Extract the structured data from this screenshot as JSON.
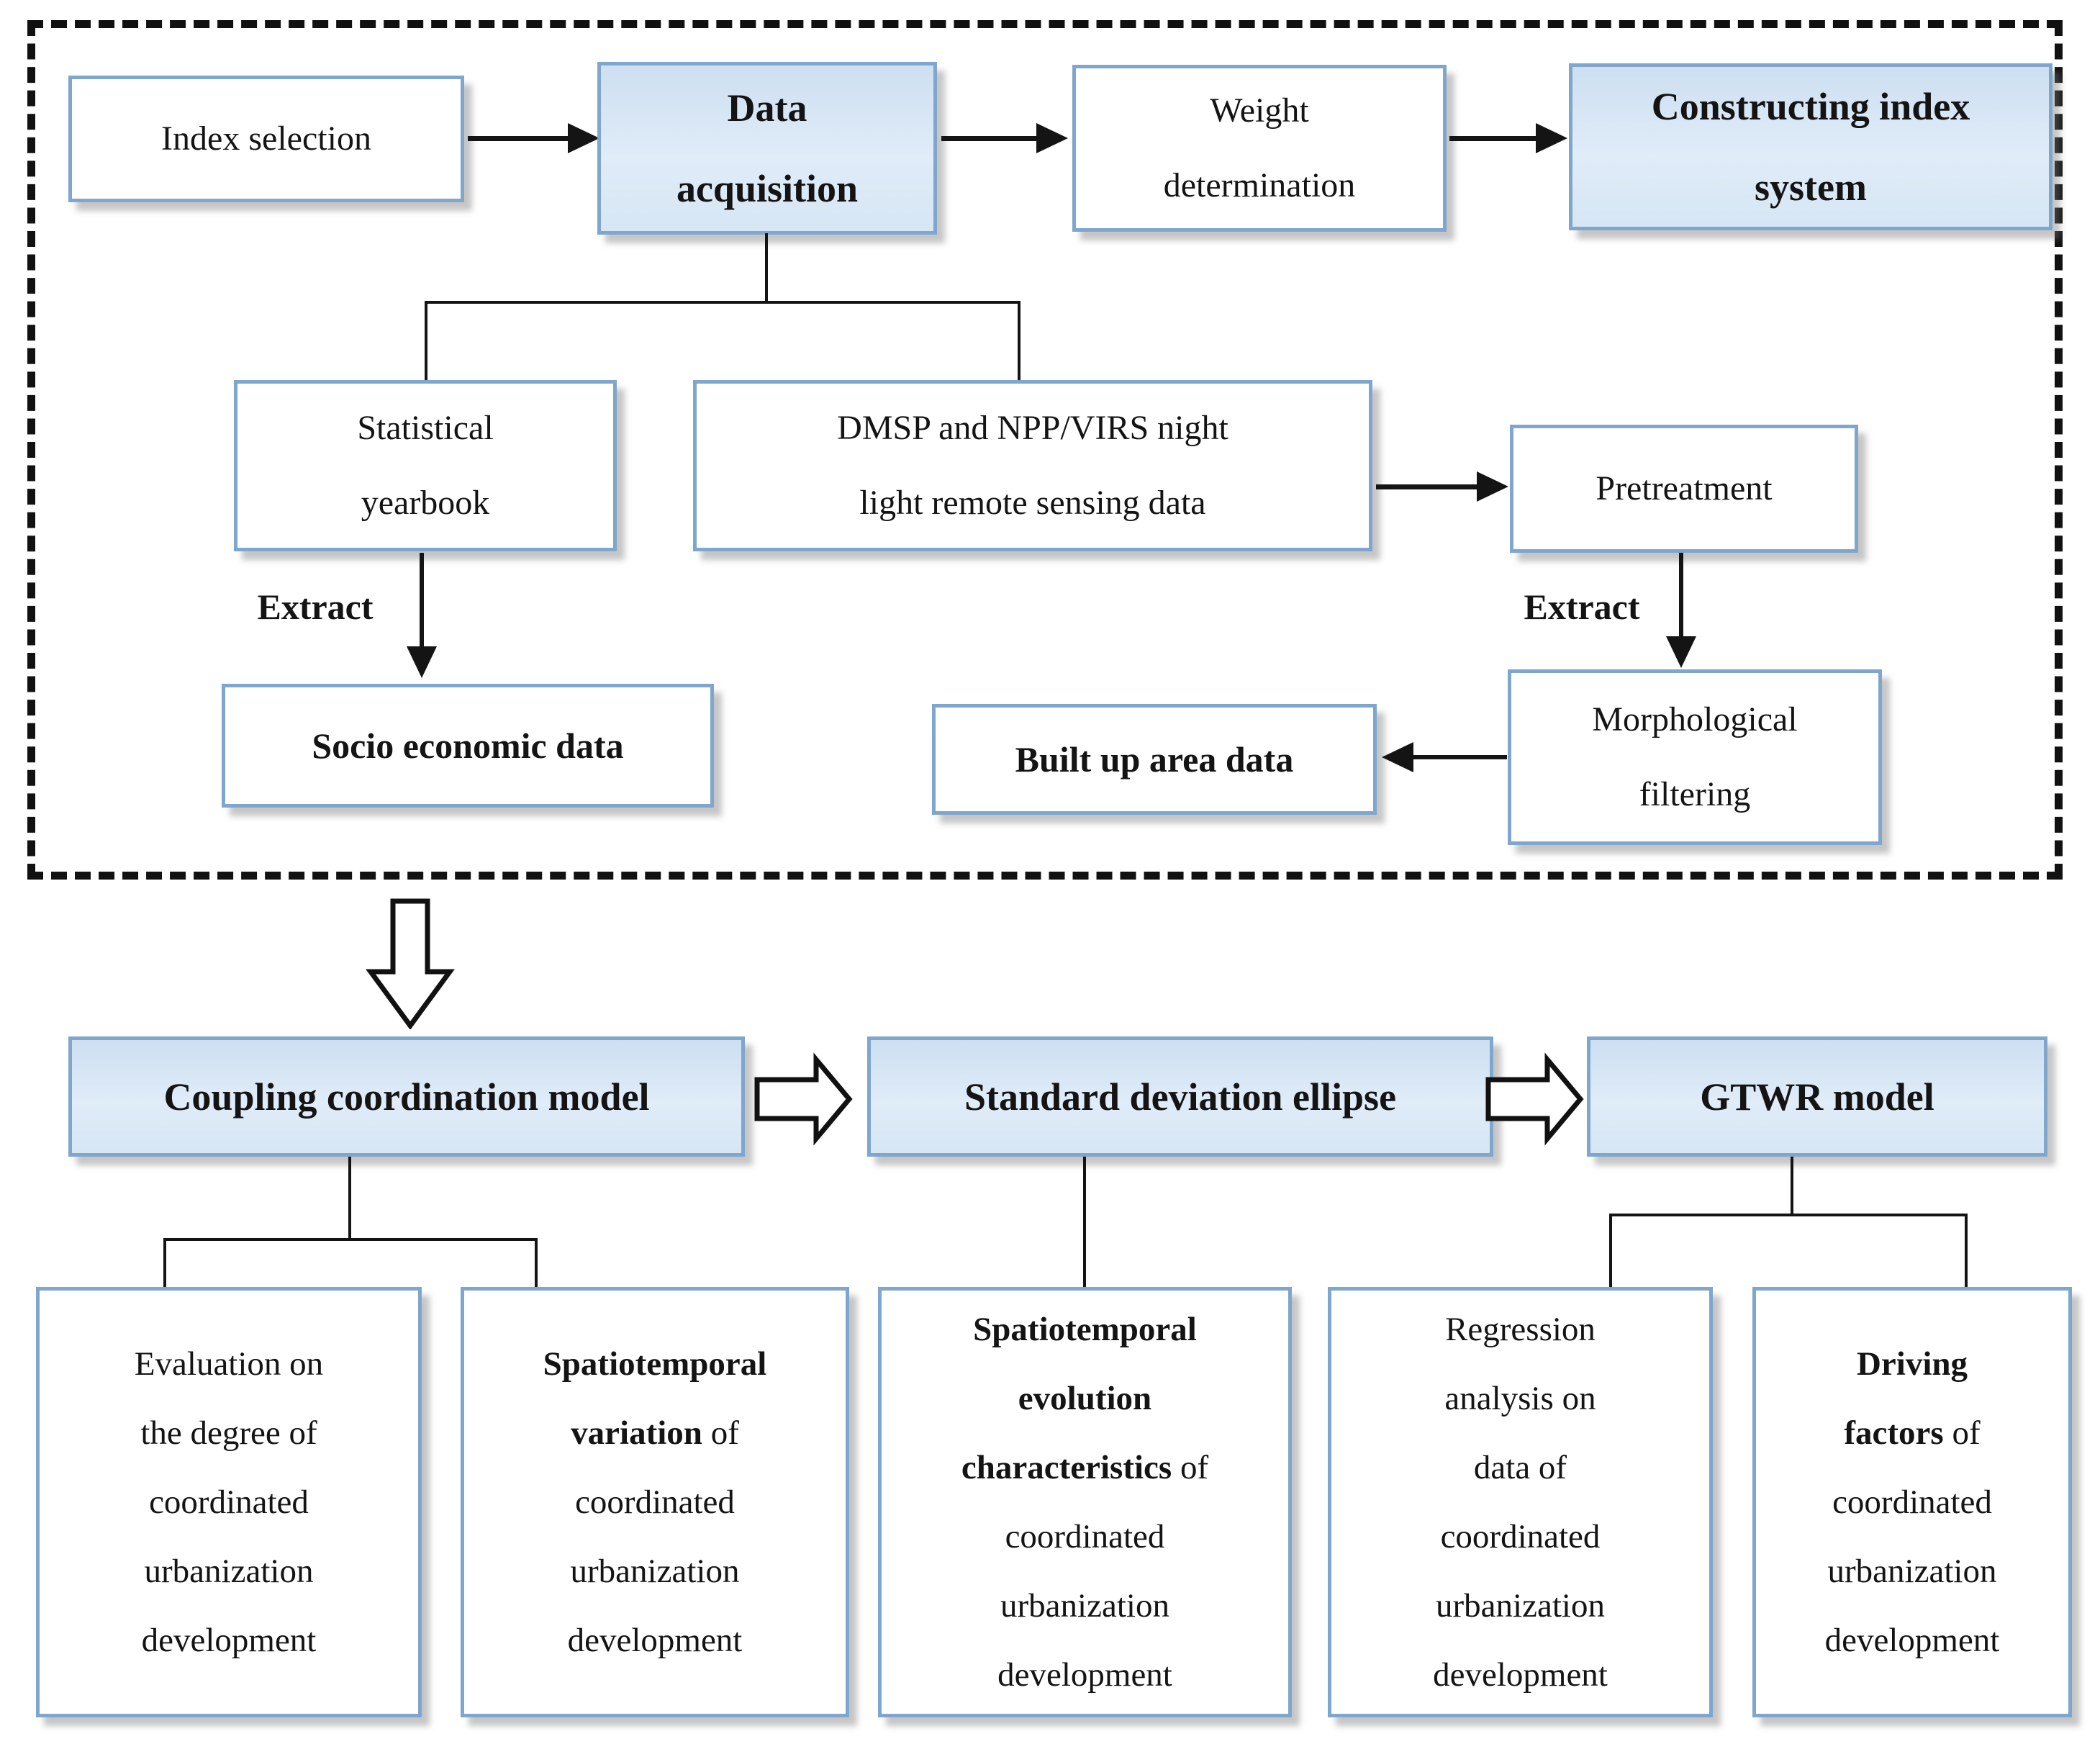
{
  "figure": {
    "type": "flowchart",
    "description": "Research workflow for coordinated urbanization development analysis"
  },
  "colors": {
    "box_border": "#7fa6cc",
    "blue_box_fill": "#d9e8f6",
    "white_box_fill": "#ffffff",
    "line_color": "#141414",
    "dashed_frame_color": "#111111",
    "shadow_color": "#787878"
  },
  "labels": {
    "extract_left": "Extract",
    "extract_right": "Extract"
  },
  "boxes": {
    "index_selection": {
      "lines": [
        [
          {
            "text": "Index selection",
            "bold": false
          }
        ]
      ]
    },
    "data_acquisition": {
      "lines": [
        [
          {
            "text": "Data",
            "bold": true
          }
        ],
        [
          {
            "text": "acquisition",
            "bold": true
          }
        ]
      ]
    },
    "weight_determination": {
      "lines": [
        [
          {
            "text": "Weight",
            "bold": false
          }
        ],
        [
          {
            "text": "determination",
            "bold": false
          }
        ]
      ]
    },
    "constructing_index_system": {
      "lines": [
        [
          {
            "text": "Constructing index",
            "bold": true
          }
        ],
        [
          {
            "text": "system",
            "bold": true
          }
        ]
      ]
    },
    "statistical_yearbook": {
      "lines": [
        [
          {
            "text": "Statistical",
            "bold": false
          }
        ],
        [
          {
            "text": "yearbook",
            "bold": false
          }
        ]
      ]
    },
    "dmsp_npp_virs": {
      "lines": [
        [
          {
            "text": "DMSP and NPP/VIRS night",
            "bold": false
          }
        ],
        [
          {
            "text": "light remote sensing data",
            "bold": false
          }
        ]
      ]
    },
    "pretreatment": {
      "lines": [
        [
          {
            "text": "Pretreatment",
            "bold": false
          }
        ]
      ]
    },
    "socio_economic_data": {
      "lines": [
        [
          {
            "text": "Socio economic data",
            "bold": true
          }
        ]
      ]
    },
    "built_up_area_data": {
      "lines": [
        [
          {
            "text": "Built up area data",
            "bold": true
          }
        ]
      ]
    },
    "morphological_filtering": {
      "lines": [
        [
          {
            "text": "Morphological",
            "bold": false
          }
        ],
        [
          {
            "text": "filtering",
            "bold": false
          }
        ]
      ]
    },
    "coupling_coordination_model": {
      "lines": [
        [
          {
            "text": "Coupling coordination model",
            "bold": true
          }
        ]
      ]
    },
    "standard_deviation_ellipse": {
      "lines": [
        [
          {
            "text": "Standard deviation ellipse",
            "bold": true
          }
        ]
      ]
    },
    "gtwr_model": {
      "lines": [
        [
          {
            "text": "GTWR model",
            "bold": true
          }
        ]
      ]
    },
    "evaluation_degree": {
      "lines": [
        [
          {
            "text": "Evaluation on",
            "bold": false
          }
        ],
        [
          {
            "text": "the degree of",
            "bold": false
          }
        ],
        [
          {
            "text": "coordinated",
            "bold": false
          }
        ],
        [
          {
            "text": "urbanization",
            "bold": false
          }
        ],
        [
          {
            "text": "development",
            "bold": false
          }
        ]
      ]
    },
    "spatiotemporal_variation": {
      "lines": [
        [
          {
            "text": "Spatiotemporal",
            "bold": true
          }
        ],
        [
          {
            "text": "variation",
            "bold": true
          },
          {
            "text": " of",
            "bold": false
          }
        ],
        [
          {
            "text": "coordinated",
            "bold": false
          }
        ],
        [
          {
            "text": "urbanization",
            "bold": false
          }
        ],
        [
          {
            "text": "development",
            "bold": false
          }
        ]
      ]
    },
    "spatiotemporal_evolution": {
      "lines": [
        [
          {
            "text": "Spatiotemporal",
            "bold": true
          }
        ],
        [
          {
            "text": "evolution",
            "bold": true
          }
        ],
        [
          {
            "text": "characteristics",
            "bold": true
          },
          {
            "text": " of",
            "bold": false
          }
        ],
        [
          {
            "text": "coordinated",
            "bold": false
          }
        ],
        [
          {
            "text": "urbanization",
            "bold": false
          }
        ],
        [
          {
            "text": "development",
            "bold": false
          }
        ]
      ]
    },
    "regression_analysis": {
      "lines": [
        [
          {
            "text": "Regression",
            "bold": false
          }
        ],
        [
          {
            "text": "analysis on",
            "bold": false
          }
        ],
        [
          {
            "text": "data of",
            "bold": false
          }
        ],
        [
          {
            "text": "coordinated",
            "bold": false
          }
        ],
        [
          {
            "text": "urbanization",
            "bold": false
          }
        ],
        [
          {
            "text": "development",
            "bold": false
          }
        ]
      ]
    },
    "driving_factors": {
      "lines": [
        [
          {
            "text": "Driving",
            "bold": true
          }
        ],
        [
          {
            "text": "factors",
            "bold": true
          },
          {
            "text": " of",
            "bold": false
          }
        ],
        [
          {
            "text": "coordinated",
            "bold": false
          }
        ],
        [
          {
            "text": "urbanization",
            "bold": false
          }
        ],
        [
          {
            "text": "development",
            "bold": false
          }
        ]
      ]
    }
  }
}
